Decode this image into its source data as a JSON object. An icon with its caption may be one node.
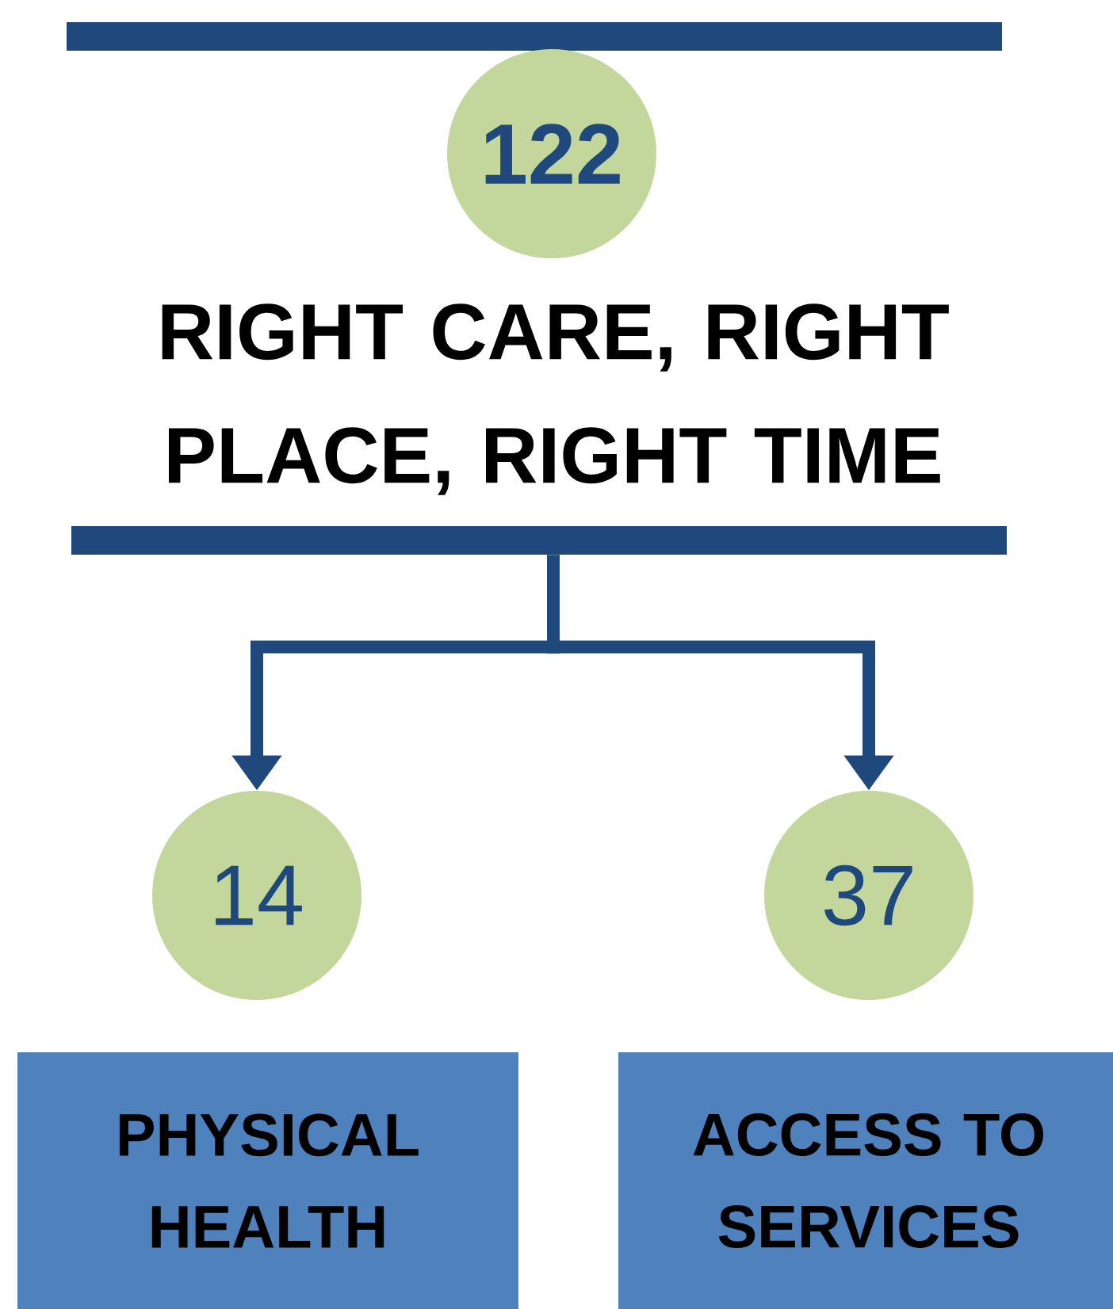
{
  "diagram": {
    "nodes": [
      {
        "text": [],
        "shape": "bar"
      },
      {
        "text": [
          "122"
        ]
      },
      {
        "text": [
          "RIGHT CARE, RIGHT PLACE, RIGHT TIME"
        ]
      },
      {
        "text": [],
        "shape": "bar"
      },
      {
        "text": [
          "14"
        ]
      },
      {
        "text": [
          "37"
        ]
      },
      {
        "text": [
          "PHYSICAL HEALTH"
        ]
      },
      {
        "text": [
          "ACCESS TO SERVICES"
        ]
      }
    ],
    "edges": [
      {
        "from": 3,
        "to": 4,
        "arrow": "to"
      },
      {
        "from": 3,
        "to": 5,
        "arrow": "to"
      }
    ]
  }
}
